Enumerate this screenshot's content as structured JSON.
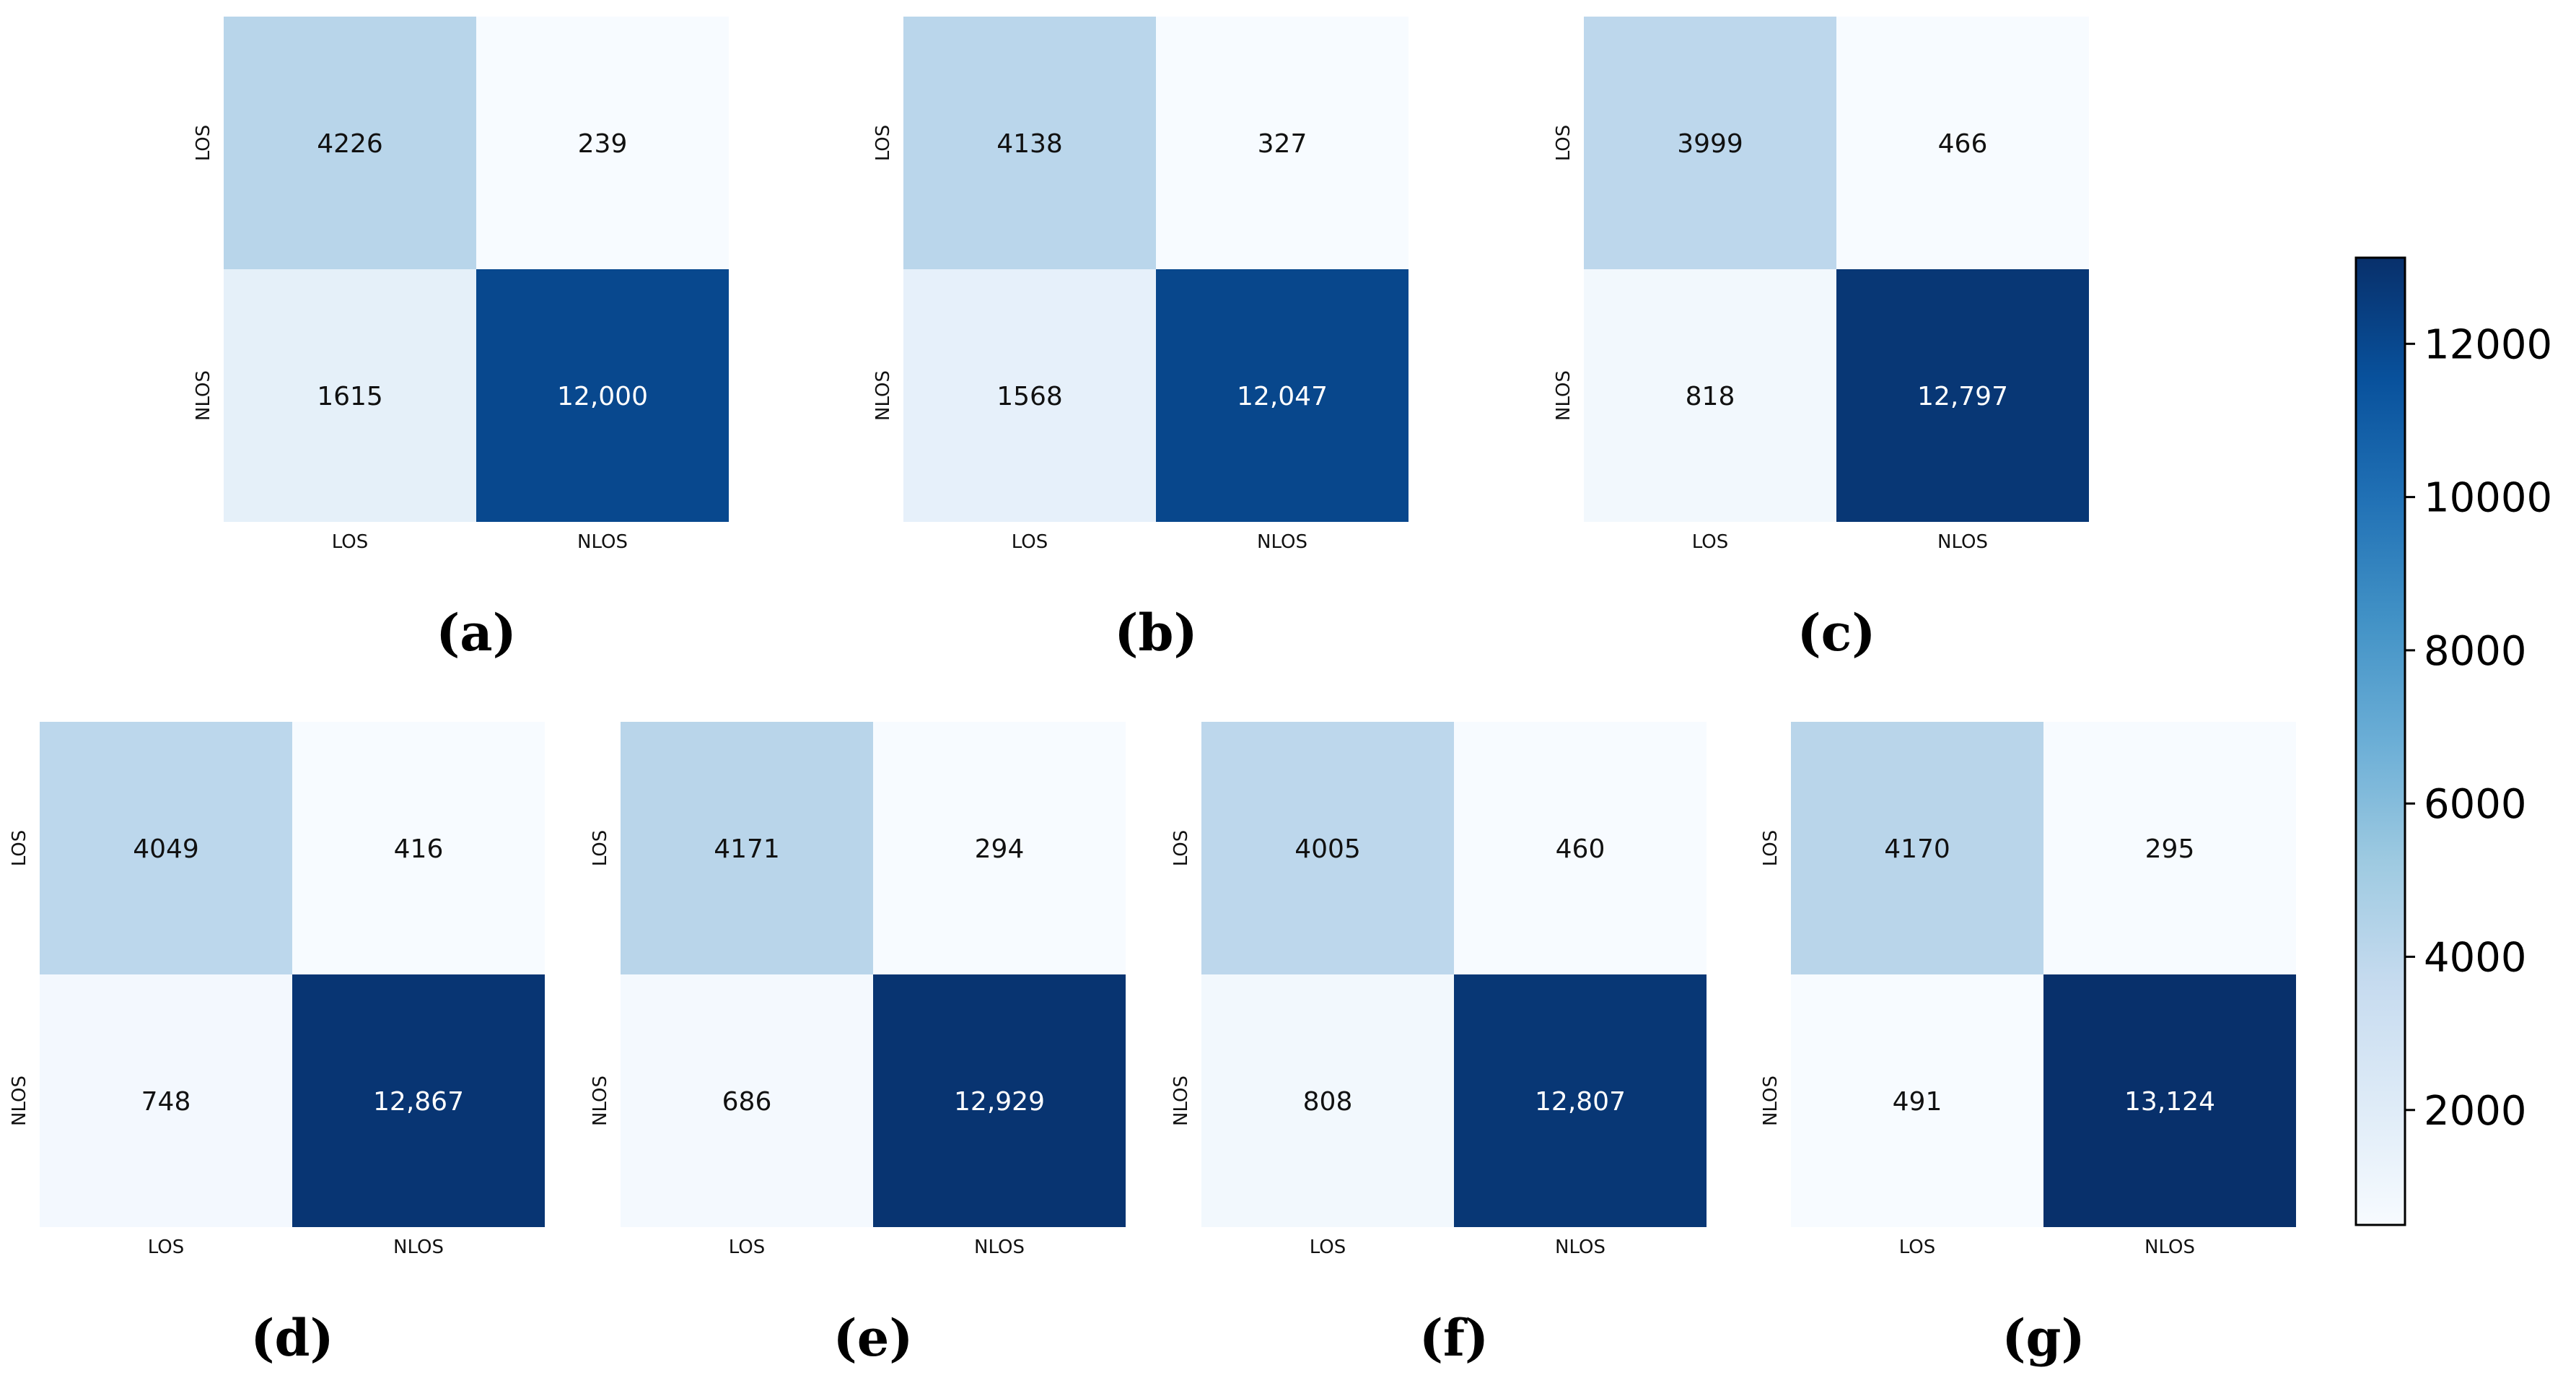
{
  "chart_data": {
    "type": "heatmap",
    "colormap": "Blues",
    "color_range": [
      500,
      13124
    ],
    "row_labels": [
      "LOS",
      "NLOS"
    ],
    "col_labels": [
      "LOS",
      "NLOS"
    ],
    "panels": [
      {
        "label": "(a)",
        "matrix": [
          [
            4226,
            239
          ],
          [
            1615,
            12000
          ]
        ],
        "cell_text": [
          [
            "4226",
            "239"
          ],
          [
            "1615",
            "12,000"
          ]
        ]
      },
      {
        "label": "(b)",
        "matrix": [
          [
            4138,
            327
          ],
          [
            1568,
            12047
          ]
        ],
        "cell_text": [
          [
            "4138",
            "327"
          ],
          [
            "1568",
            "12,047"
          ]
        ]
      },
      {
        "label": "(c)",
        "matrix": [
          [
            3999,
            466
          ],
          [
            818,
            12797
          ]
        ],
        "cell_text": [
          [
            "3999",
            "466"
          ],
          [
            "818",
            "12,797"
          ]
        ]
      },
      {
        "label": "(d)",
        "matrix": [
          [
            4049,
            416
          ],
          [
            748,
            12867
          ]
        ],
        "cell_text": [
          [
            "4049",
            "416"
          ],
          [
            "748",
            "12,867"
          ]
        ]
      },
      {
        "label": "(e)",
        "matrix": [
          [
            4171,
            294
          ],
          [
            686,
            12929
          ]
        ],
        "cell_text": [
          [
            "4171",
            "294"
          ],
          [
            "686",
            "12,929"
          ]
        ]
      },
      {
        "label": "(f)",
        "matrix": [
          [
            4005,
            460
          ],
          [
            808,
            12807
          ]
        ],
        "cell_text": [
          [
            "4005",
            "460"
          ],
          [
            "808",
            "12,807"
          ]
        ]
      },
      {
        "label": "(g)",
        "matrix": [
          [
            4170,
            295
          ],
          [
            491,
            13124
          ]
        ],
        "cell_text": [
          [
            "4170",
            "295"
          ],
          [
            "491",
            "13,124"
          ]
        ]
      }
    ],
    "colorbar": {
      "ticks": [
        2000,
        4000,
        6000,
        8000,
        10000,
        12000
      ],
      "tick_labels": [
        "2000",
        "4000",
        "6000",
        "8000",
        "10000",
        "12000"
      ]
    }
  }
}
